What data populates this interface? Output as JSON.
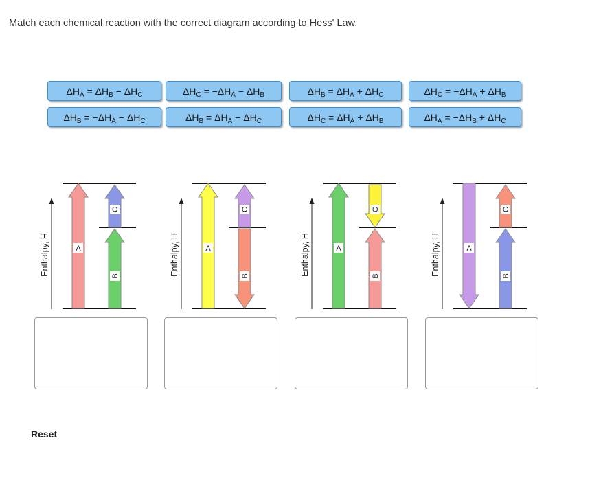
{
  "prompt": "Match each chemical reaction with the correct diagram according to Hess' Law.",
  "chips": [
    {
      "id": "c1",
      "left": {
        "d": "ΔH",
        "s": "A"
      },
      "right": [
        [
          "",
          "ΔH",
          "B"
        ],
        [
          "−",
          "ΔH",
          "C"
        ]
      ]
    },
    {
      "id": "c2",
      "left": {
        "d": "ΔH",
        "s": "C"
      },
      "right": [
        [
          "−",
          "ΔH",
          "A"
        ],
        [
          "−",
          "ΔH",
          "B"
        ]
      ]
    },
    {
      "id": "c3",
      "left": {
        "d": "ΔH",
        "s": "B"
      },
      "right": [
        [
          "",
          "ΔH",
          "A"
        ],
        [
          "+",
          "ΔH",
          "C"
        ]
      ]
    },
    {
      "id": "c4",
      "left": {
        "d": "ΔH",
        "s": "C"
      },
      "right": [
        [
          "−",
          "ΔH",
          "A"
        ],
        [
          "+",
          "ΔH",
          "B"
        ]
      ]
    },
    {
      "id": "c5",
      "left": {
        "d": "ΔH",
        "s": "B"
      },
      "right": [
        [
          "−",
          "ΔH",
          "A"
        ],
        [
          "−",
          "ΔH",
          "C"
        ]
      ]
    },
    {
      "id": "c6",
      "left": {
        "d": "ΔH",
        "s": "B"
      },
      "right": [
        [
          "",
          "ΔH",
          "A"
        ],
        [
          "−",
          "ΔH",
          "C"
        ]
      ]
    },
    {
      "id": "c7",
      "left": {
        "d": "ΔH",
        "s": "C"
      },
      "right": [
        [
          "",
          "ΔH",
          "A"
        ],
        [
          "+",
          "ΔH",
          "B"
        ]
      ]
    },
    {
      "id": "c8",
      "left": {
        "d": "ΔH",
        "s": "A"
      },
      "right": [
        [
          "−",
          "ΔH",
          "B"
        ],
        [
          "+",
          "ΔH",
          "C"
        ]
      ]
    }
  ],
  "axis_label": "Enthalpy, H",
  "diagrams": [
    {
      "big": {
        "label": "A",
        "dir": "up",
        "color": "#f59a96"
      },
      "top": {
        "label": "C",
        "dir": "up",
        "color": "#8a96e6"
      },
      "bottom": {
        "label": "B",
        "dir": "up",
        "color": "#6cd06a"
      }
    },
    {
      "big": {
        "label": "A",
        "dir": "up",
        "color": "#ffff4a"
      },
      "top": {
        "label": "C",
        "dir": "up",
        "color": "#c69ae6"
      },
      "bottom": {
        "label": "B",
        "dir": "down",
        "color": "#f7937a"
      }
    },
    {
      "big": {
        "label": "A",
        "dir": "up",
        "color": "#6cd06a"
      },
      "top": {
        "label": "C",
        "dir": "down",
        "color": "#fcf23a"
      },
      "bottom": {
        "label": "B",
        "dir": "up",
        "color": "#f59a96"
      }
    },
    {
      "big": {
        "label": "A",
        "dir": "down",
        "color": "#c69ae6"
      },
      "top": {
        "label": "C",
        "dir": "up",
        "color": "#f7937a"
      },
      "bottom": {
        "label": "B",
        "dir": "up",
        "color": "#8a96e6"
      }
    }
  ],
  "reset_label": "Reset"
}
